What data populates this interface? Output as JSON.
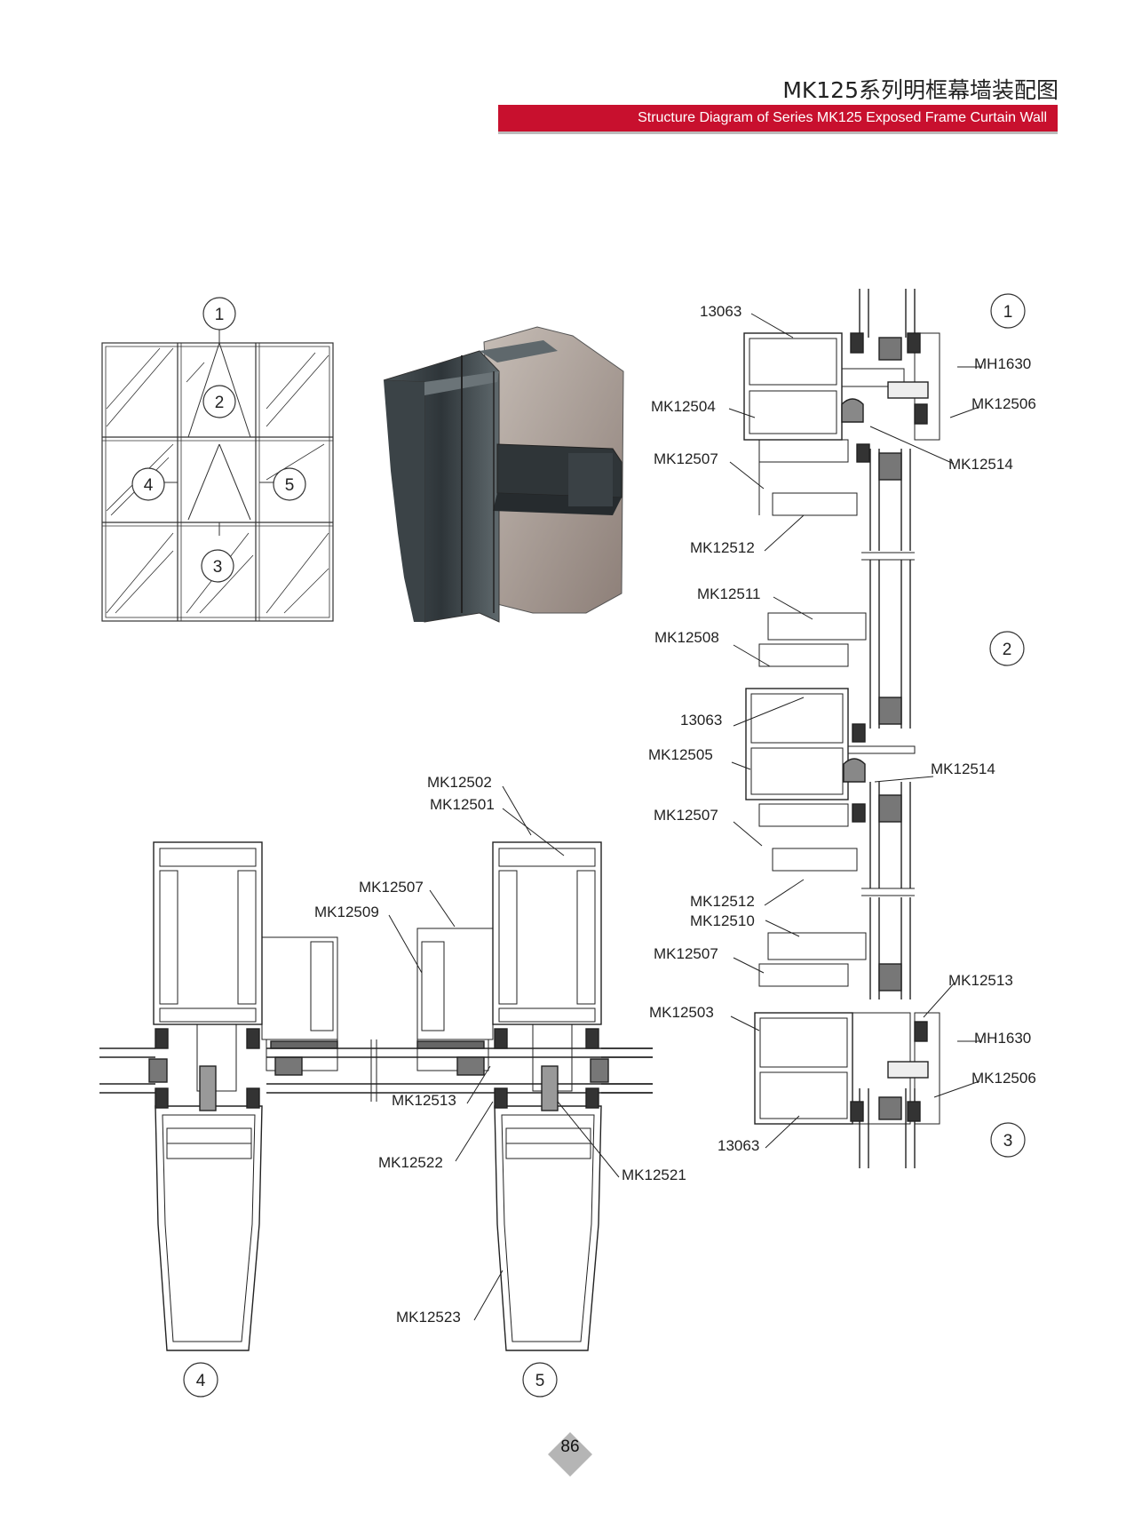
{
  "header": {
    "title_cn": "MK125系列明框幕墙装配图",
    "title_en": "Structure Diagram of Series MK125 Exposed Frame Curtain Wall"
  },
  "elevation": {
    "markers": [
      "1",
      "2",
      "3",
      "4",
      "5"
    ]
  },
  "vertical_section": {
    "markers": [
      "1",
      "2",
      "3"
    ],
    "labels": {
      "l13063_top": "13063",
      "mh1630_top": "MH1630",
      "mk12504": "MK12504",
      "mk12506_top": "MK12506",
      "mk12507_a": "MK12507",
      "mk12514_a": "MK12514",
      "mk12512_a": "MK12512",
      "mk12511": "MK12511",
      "mk12508": "MK12508",
      "l13063_mid": "13063",
      "mk12505": "MK12505",
      "mk12514_b": "MK12514",
      "mk12507_b": "MK12507",
      "mk12512_b": "MK12512",
      "mk12510": "MK12510",
      "mk12507_c": "MK12507",
      "mk12513": "MK12513",
      "mk12503": "MK12503",
      "mh1630_bot": "MH1630",
      "mk12506_bot": "MK12506",
      "l13063_bot": "13063"
    }
  },
  "horizontal_section": {
    "markers": [
      "4",
      "5"
    ],
    "labels": {
      "mk12502": "MK12502",
      "mk12501": "MK12501",
      "mk12507": "MK12507",
      "mk12509": "MK12509",
      "mk12513": "MK12513",
      "mk12522": "MK12522",
      "mk12521": "MK12521",
      "mk12523": "MK12523"
    }
  },
  "footer": {
    "page_number": "86"
  },
  "colors": {
    "accent": "#c8102e",
    "line": "#222222",
    "profile_fill": "#555d62"
  }
}
